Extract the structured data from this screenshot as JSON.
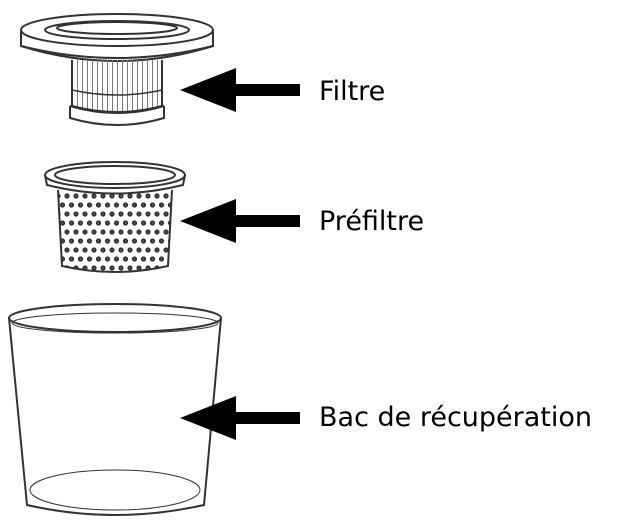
{
  "parts": [
    {
      "id": "filtre",
      "label": "Filtre"
    },
    {
      "id": "prefiltre",
      "label": "Préfiltre"
    },
    {
      "id": "bac",
      "label": "Bac de récupération"
    }
  ],
  "colors": {
    "stroke": "#333333",
    "arrow": "#000000",
    "text": "#000000",
    "mesh": "#8a8a8a"
  },
  "icons": {
    "filter": "pleated-filter-icon",
    "prefilter": "perforated-prefilter-icon",
    "bin": "dust-bin-icon",
    "arrow": "left-arrow-icon"
  }
}
